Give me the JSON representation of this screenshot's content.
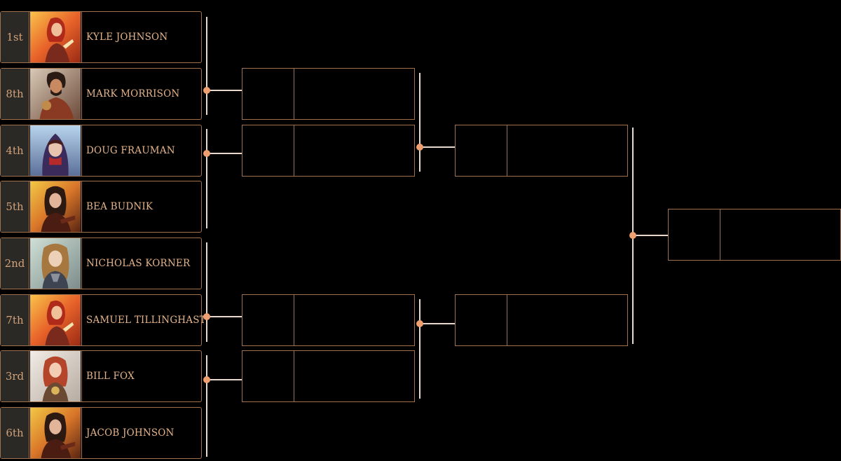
{
  "bracket": {
    "round1": [
      {
        "seed": "1st",
        "name": "KYLE JOHNSON",
        "portrait": "red-haired-warrior-icon"
      },
      {
        "seed": "8th",
        "name": "MARK MORRISON",
        "portrait": "bearded-warrior-icon"
      },
      {
        "seed": "4th",
        "name": "DOUG FRAUMAN",
        "portrait": "hooded-mage-icon"
      },
      {
        "seed": "5th",
        "name": "BEA BUDNIK",
        "portrait": "dark-haired-rogue-icon"
      },
      {
        "seed": "2nd",
        "name": "NICHOLAS KORNER",
        "portrait": "blonde-knight-icon"
      },
      {
        "seed": "7th",
        "name": "SAMUEL TILLINGHAST",
        "portrait": "red-haired-warrior-icon"
      },
      {
        "seed": "3rd",
        "name": "BILL FOX",
        "portrait": "red-haired-gunslinger-icon"
      },
      {
        "seed": "6th",
        "name": "JACOB JOHNSON",
        "portrait": "dark-haired-rogue-icon"
      }
    ]
  },
  "colors": {
    "border": "#a0714f",
    "seed_bg": "#2a2925",
    "name_text": "#e6b48a",
    "connector": "#e9d9cc",
    "junction_dot": "#f0a070"
  }
}
